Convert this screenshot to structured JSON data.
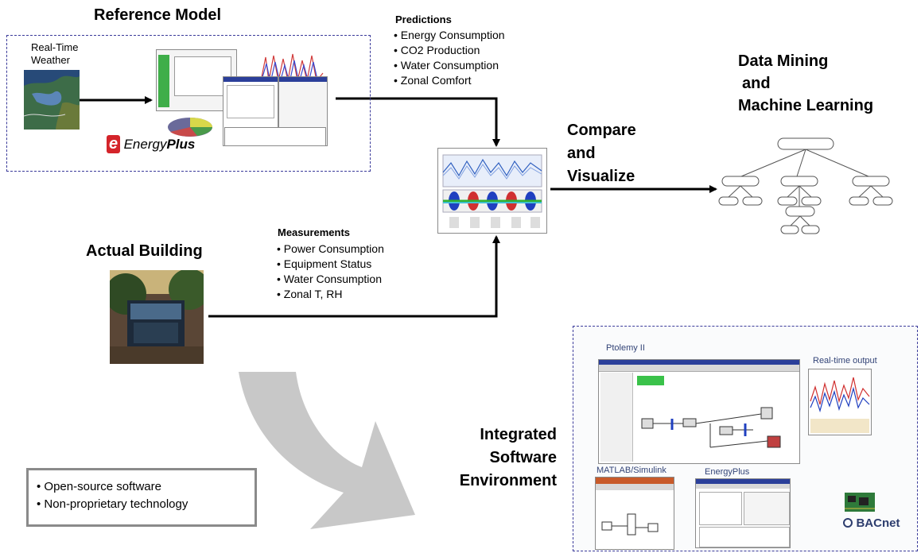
{
  "reference_model": {
    "title": "Reference Model",
    "weather_label_1": "Real-Time",
    "weather_label_2": "Weather",
    "brand_e": "e",
    "brand_energy": "Energy",
    "brand_plus": "Plus"
  },
  "predictions": {
    "heading": "Predictions",
    "items": [
      "Energy Consumption",
      "CO2 Production",
      "Water Consumption",
      "Zonal Comfort"
    ]
  },
  "data_mining": {
    "line1": "Data Mining",
    "line2": "and",
    "line3": "Machine Learning"
  },
  "compare": {
    "line1": "Compare",
    "line2": "and",
    "line3": "Visualize"
  },
  "actual_building": {
    "title": "Actual Building"
  },
  "measurements": {
    "heading": "Measurements",
    "items": [
      "Power Consumption",
      "Equipment Status",
      "Water Consumption",
      "Zonal T, RH"
    ]
  },
  "integrated": {
    "line1": "Integrated",
    "line2": "Software",
    "line3": "Environment"
  },
  "features": {
    "items": [
      "Open-source software",
      "Non-proprietary technology"
    ]
  },
  "software_panel": {
    "ptolemy": "Ptolemy II",
    "realtime": "Real-time output",
    "matlab": "MATLAB/Simulink",
    "energyplus": "EnergyPlus",
    "bacnet": "BACnet"
  },
  "colors": {
    "dashed_border": "#3a3a9a",
    "feature_box_border": "#8a8a8a",
    "big_arrow": "#c8c8c8",
    "brand_red": "#d4242a"
  }
}
